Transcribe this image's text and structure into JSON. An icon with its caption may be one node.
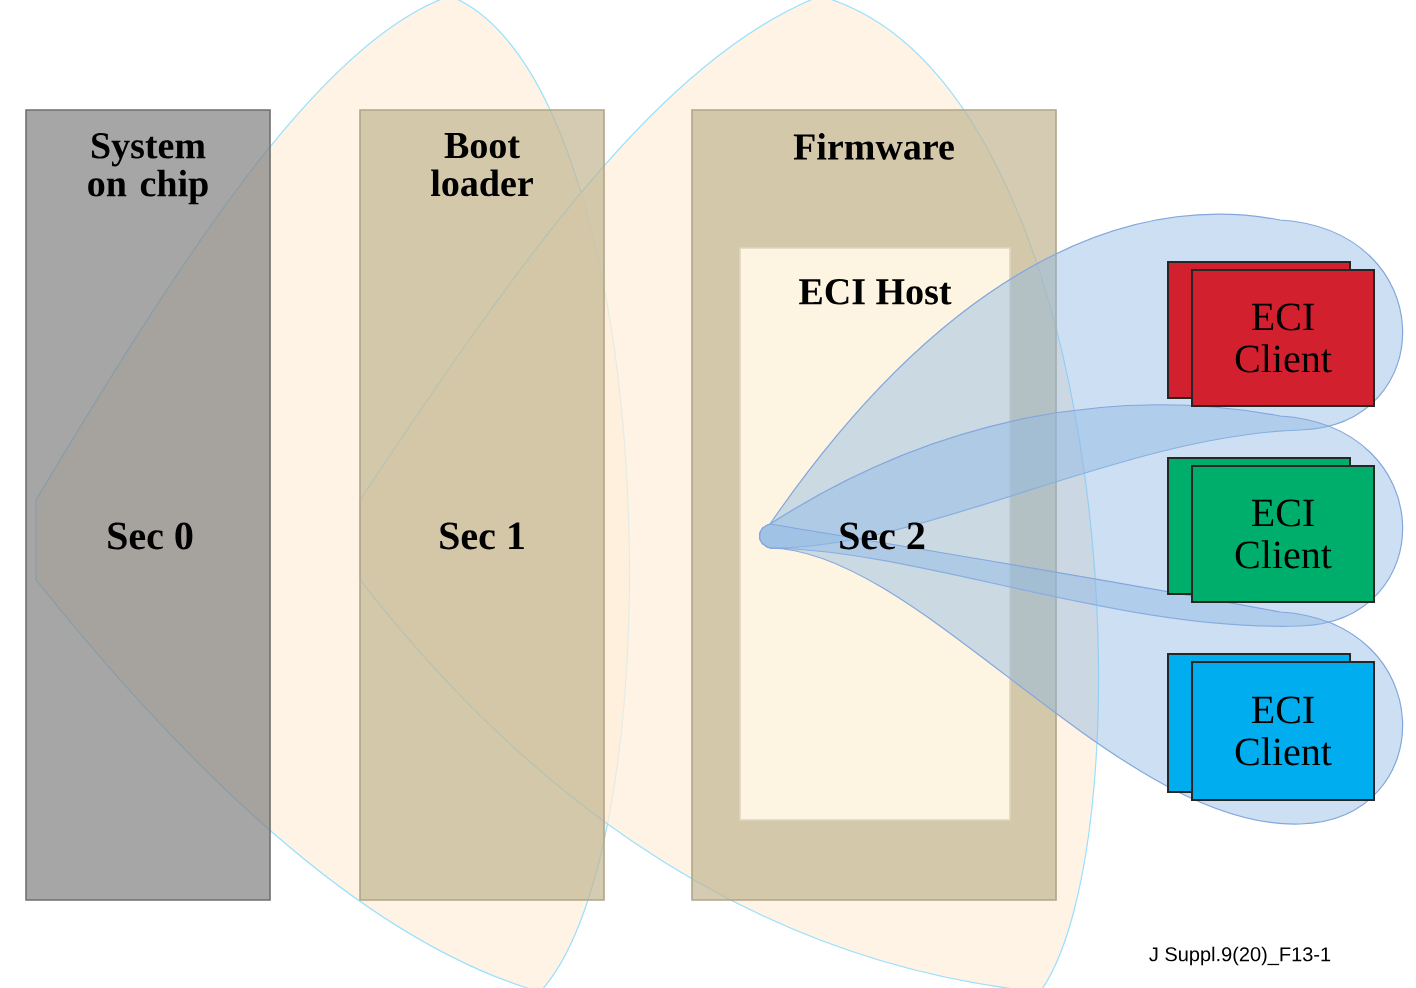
{
  "diagram": {
    "nodes": [
      {
        "text": [
          "System on chip"
        ]
      },
      {
        "text": [
          "Boot loader"
        ]
      },
      {
        "text": [
          "Firmware"
        ]
      },
      {
        "text": [
          "ECI Host"
        ],
        "in": 2
      },
      {
        "text": [
          "ECI Client"
        ]
      },
      {
        "text": [
          "ECI Client"
        ]
      },
      {
        "text": [
          "ECI Client"
        ]
      }
    ],
    "labels": [
      "Sec 0",
      "Sec 1",
      "Sec 2",
      "J Suppl.9(20)_F13-1"
    ]
  }
}
